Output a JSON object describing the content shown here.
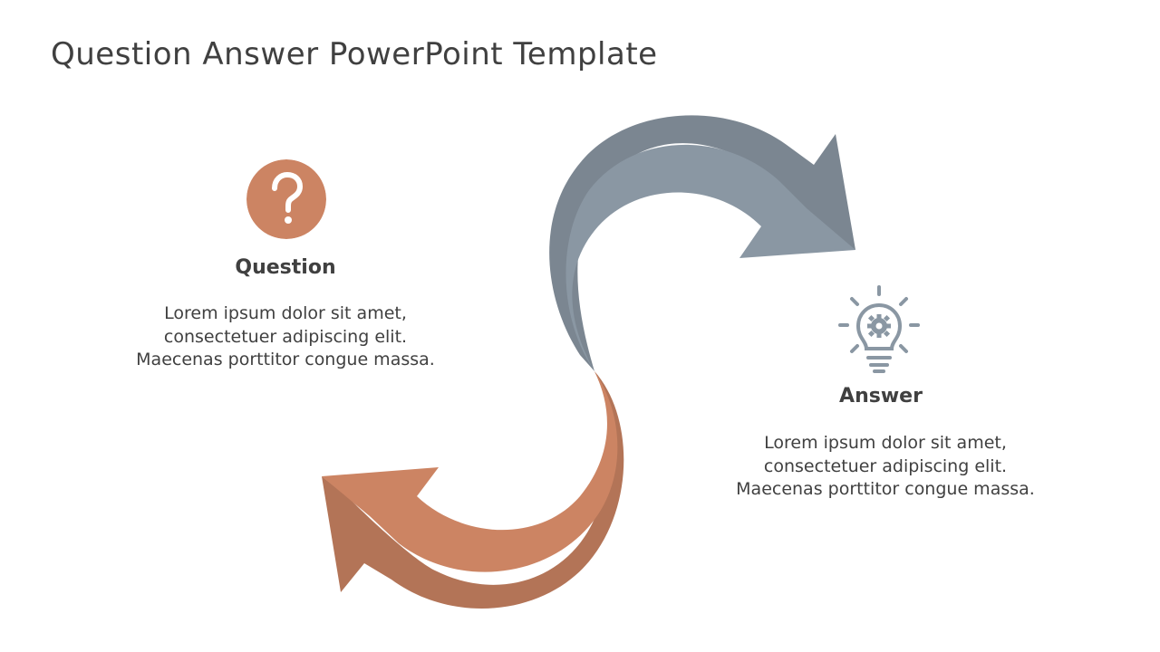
{
  "title": "Question Answer PowerPoint Template",
  "question": {
    "heading": "Question",
    "lines": [
      "Lorem ipsum dolor sit amet,",
      "consectetuer adipiscing elit.",
      "Maecenas porttitor congue massa."
    ],
    "icon": "question-mark-icon",
    "color": "#CC8463"
  },
  "answer": {
    "heading": "Answer",
    "lines": [
      "Lorem ipsum dolor sit amet,",
      "consectetuer adipiscing elit.",
      "Maecenas porttitor congue massa."
    ],
    "icon": "lightbulb-gear-icon",
    "color": "#8A97A3"
  },
  "colors": {
    "gray_light": "#8A97A3",
    "gray_dark": "#7B8691",
    "orange_light": "#CC8463",
    "orange_dark": "#B37457",
    "text": "#404040"
  }
}
